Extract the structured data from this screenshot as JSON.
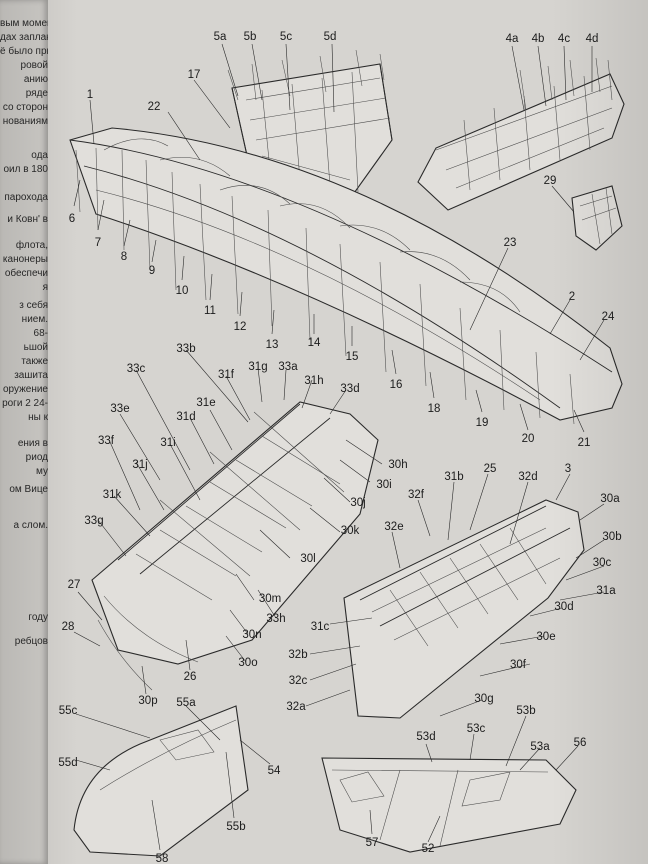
{
  "left_margin_fragments": [
    "вым момента",
    "дах запланир",
    "ё было приня",
    "ровой",
    "анию",
    "ряде",
    "со сторон",
    "нованиям",
    "ода",
    "оил в 180",
    "парохода",
    "и Ковн' в",
    "флота,",
    "канонеры",
    "обеспечи",
    "я",
    "з себя",
    "нием.",
    "68-",
    "ьшой",
    "также",
    "зашита",
    "оружение",
    "роги 2 24-",
    "ны к",
    "ения в",
    "риод",
    "му",
    "ом Вице",
    "а слом.",
    "году",
    "ребцов"
  ],
  "labels": {
    "l1": "1",
    "l22": "22",
    "l17": "17",
    "l5a": "5a",
    "l5b": "5b",
    "l5c": "5c",
    "l5d": "5d",
    "l4a": "4a",
    "l4b": "4b",
    "l4c": "4c",
    "l4d": "4d",
    "l29": "29",
    "l6": "6",
    "l7": "7",
    "l8": "8",
    "l9": "9",
    "l10": "10",
    "l11": "11",
    "l12": "12",
    "l13": "13",
    "l14": "14",
    "l15": "15",
    "l16": "16",
    "l18": "18",
    "l19": "19",
    "l20": "20",
    "l21": "21",
    "l23": "23",
    "l2": "2",
    "l24": "24",
    "l33b": "33b",
    "l33c": "33c",
    "l31f": "31f",
    "l31g": "31g",
    "l33a": "33a",
    "l31h": "31h",
    "l33d": "33d",
    "l33e": "33e",
    "l31e": "31e",
    "l31d": "31d",
    "l33f": "33f",
    "l31i": "31i",
    "l31j": "31j",
    "l30h": "30h",
    "l30i": "30i",
    "l30j": "30j",
    "l31k": "31k",
    "l30k": "30k",
    "l33g": "33g",
    "l30l": "30l",
    "l27": "27",
    "l30m": "30m",
    "l33h": "33h",
    "l28": "28",
    "l30n": "30n",
    "l26": "26",
    "l30o": "30o",
    "l30p": "30p",
    "l31b": "31b",
    "l25": "25",
    "l3": "3",
    "l32d": "32d",
    "l32f": "32f",
    "l30a": "30a",
    "l32e": "32e",
    "l30b": "30b",
    "l30c": "30c",
    "l31a": "31a",
    "l30d": "30d",
    "l31c": "31c",
    "l30e": "30e",
    "l32b": "32b",
    "l30f": "30f",
    "l32c": "32c",
    "l32a": "32a",
    "l30g": "30g",
    "l55c": "55c",
    "l55a": "55a",
    "l55d": "55d",
    "l54": "54",
    "l55b": "55b",
    "l58": "58",
    "l53d": "53d",
    "l53c": "53c",
    "l53b": "53b",
    "l53a": "53a",
    "l56": "56",
    "l57": "57",
    "l52": "52"
  }
}
